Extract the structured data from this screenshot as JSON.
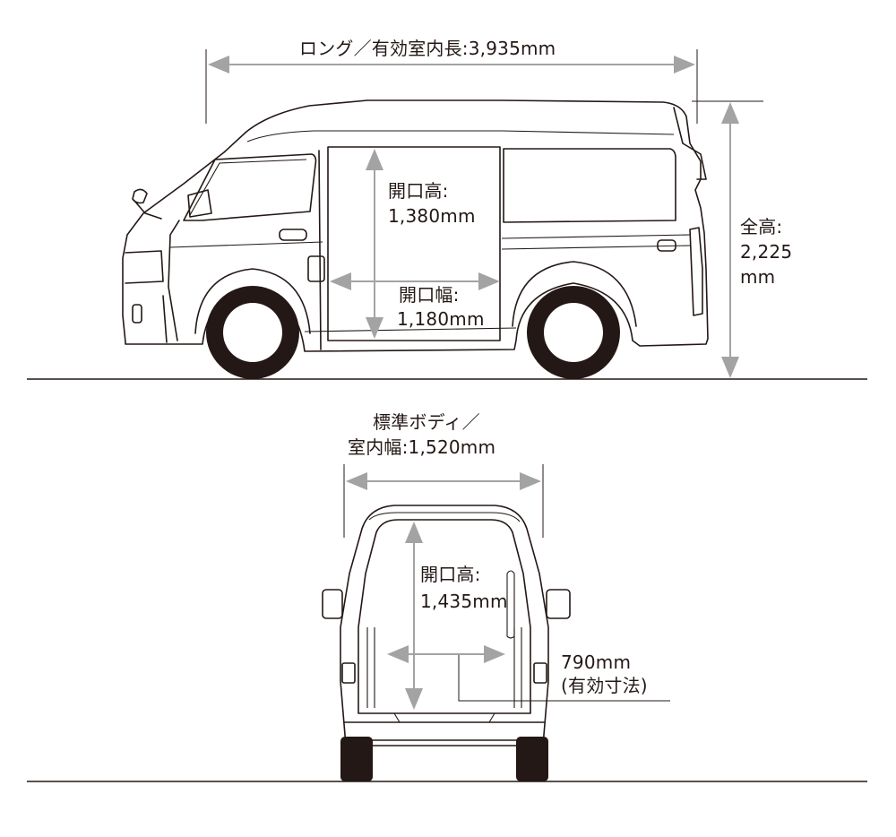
{
  "side_view": {
    "length_label": "ロング／有効室内長:3,935mm",
    "door_height_label": "開口高:",
    "door_height_value": "1,380mm",
    "door_width_label": "開口幅:",
    "door_width_value": "1,180mm",
    "total_height_label": "全高:",
    "total_height_value": "2,225",
    "total_height_unit": "mm"
  },
  "rear_view": {
    "width_label_line1": "標準ボディ／",
    "width_label_line2": "室内幅:1,520mm",
    "opening_height_label": "開口高:",
    "opening_height_value": "1,435mm",
    "effective_width_value": "790mm",
    "effective_width_note": "(有効寸法)"
  },
  "colors": {
    "line": "#231815",
    "dimension_arrow": "#a3a3a3",
    "background": "#ffffff"
  }
}
